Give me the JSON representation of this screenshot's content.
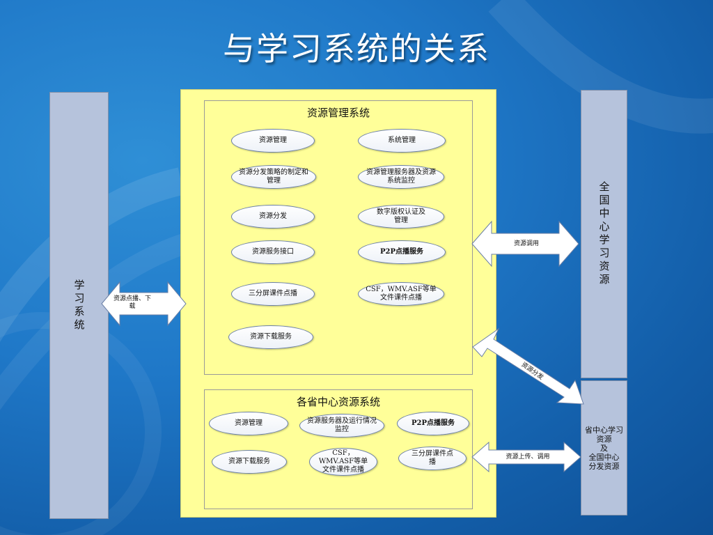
{
  "title": "与学习系统的关系",
  "left_system": {
    "label": "学习系统"
  },
  "right_top": {
    "label": "全国中心学习资源"
  },
  "right_bottom": {
    "lines": [
      "省中心学习",
      "资源",
      "及",
      "全国中心",
      "分发资源"
    ]
  },
  "resource_mgmt": {
    "title": "资源管理系统",
    "items": [
      {
        "text": "资源管理"
      },
      {
        "text": "系统管理"
      },
      {
        "text": "资源分发策略的制定和管理"
      },
      {
        "text": "资源管理服务器及资源系统监控"
      },
      {
        "text": "资源分发"
      },
      {
        "text": "数字版权认证及管理"
      },
      {
        "text": "资源服务接口"
      },
      {
        "text": "P2P点播服务"
      },
      {
        "text": "三分屏课件点播"
      },
      {
        "text": "CSF，WMV.ASF等单文件课件点播"
      },
      {
        "text": "资源下载服务"
      }
    ]
  },
  "province": {
    "title": "各省中心资源系统",
    "items": [
      {
        "text": "资源管理"
      },
      {
        "text": "资源服务器及运行情况监控"
      },
      {
        "text": "P2P点播服务"
      },
      {
        "text": "资源下载服务"
      },
      {
        "text": "CSF，WMV.ASF等单文件课件点播"
      },
      {
        "text": "三分屏课件点播"
      }
    ]
  },
  "arrows": {
    "left": "资源点播、下载",
    "right_top": "资源调用",
    "diagonal": "资源分发",
    "right_bottom": "资源上传、调用"
  }
}
